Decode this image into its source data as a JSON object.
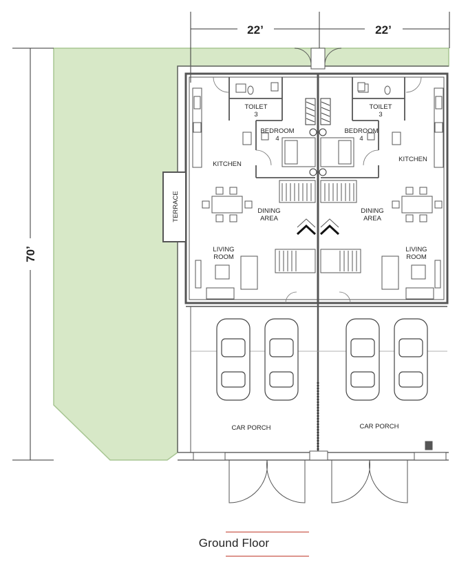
{
  "dimensions": {
    "width_left": "22’",
    "width_right": "22’",
    "depth": "70’"
  },
  "rooms": {
    "toilet_left": [
      "TOILET",
      "3"
    ],
    "toilet_right": [
      "TOILET",
      "3"
    ],
    "bedroom_left": [
      "BEDROOM",
      "4"
    ],
    "bedroom_right": [
      "BEDROOM",
      "4"
    ],
    "kitchen_left": "KITCHEN",
    "kitchen_right": "KITCHEN",
    "dining_left": [
      "DINING",
      "AREA"
    ],
    "dining_right": [
      "DINING",
      "AREA"
    ],
    "living_left": [
      "LIVING",
      "ROOM"
    ],
    "living_right": [
      "LIVING",
      "ROOM"
    ],
    "terrace": "TERRACE",
    "carporch_left": "CAR PORCH",
    "carporch_right": "CAR PORCH"
  },
  "caption": "Ground Floor",
  "colors": {
    "garden": "#d7e8c7",
    "garden_edge": "#a7c592",
    "wall": "#555555",
    "accent_rule": "#c0392b"
  }
}
